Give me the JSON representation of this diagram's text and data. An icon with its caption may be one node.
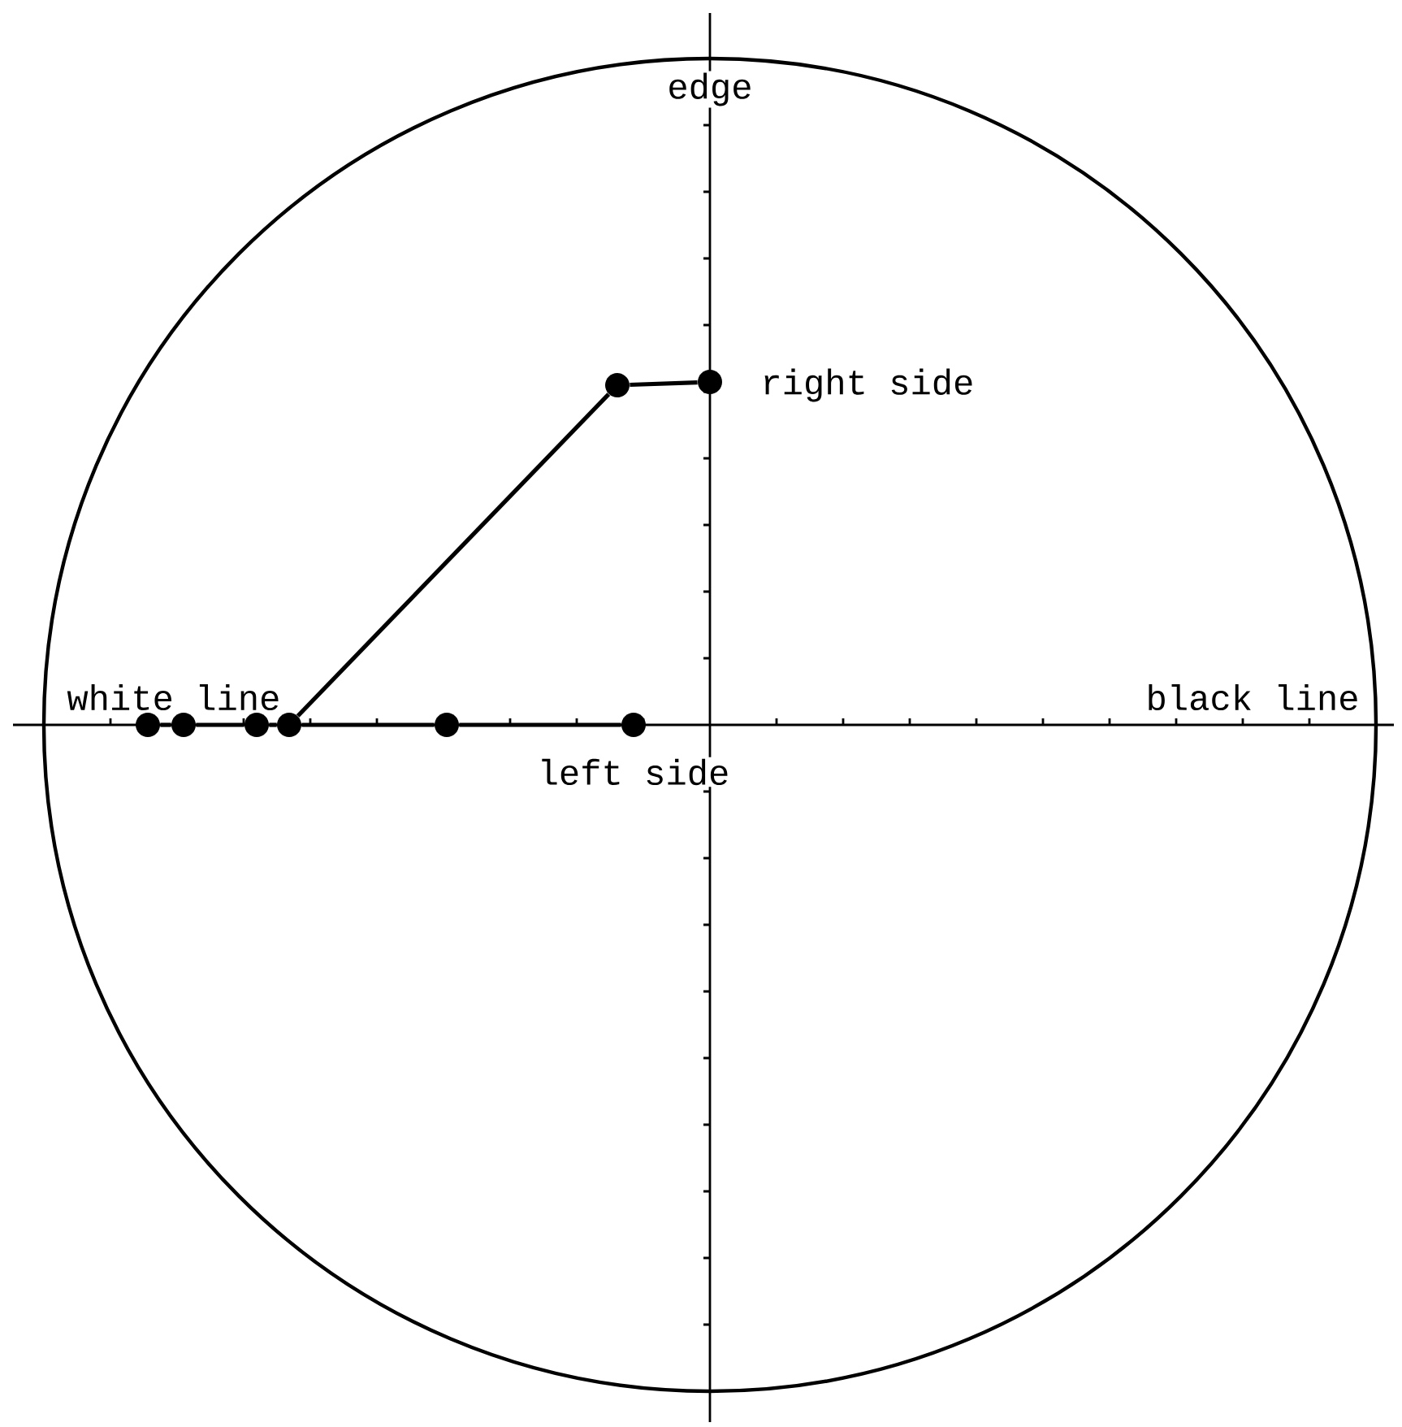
{
  "diagram": {
    "nodes": [
      {
        "text": [],
        "shape": "circle"
      },
      {
        "text": [],
        "shape": "circle"
      },
      {
        "text": [],
        "shape": "circle"
      },
      {
        "text": [],
        "shape": "circle"
      },
      {
        "text": [],
        "shape": "circle"
      },
      {
        "text": [],
        "shape": "circle"
      },
      {
        "text": [],
        "shape": "circle"
      },
      {
        "text": [],
        "shape": "circle"
      }
    ],
    "edges": [
      {
        "from": 0,
        "to": 1,
        "arrow": "none"
      },
      {
        "from": 1,
        "to": 2,
        "arrow": "none"
      },
      {
        "from": 2,
        "to": 3,
        "arrow": "none"
      },
      {
        "from": 3,
        "to": 4,
        "arrow": "none"
      },
      {
        "from": 4,
        "to": 5,
        "arrow": "none"
      },
      {
        "from": 3,
        "to": 6,
        "arrow": "none"
      },
      {
        "from": 6,
        "to": 7,
        "arrow": "none"
      }
    ],
    "labels": [
      "edge",
      "right side",
      "white line",
      "black line",
      "left side"
    ]
  }
}
